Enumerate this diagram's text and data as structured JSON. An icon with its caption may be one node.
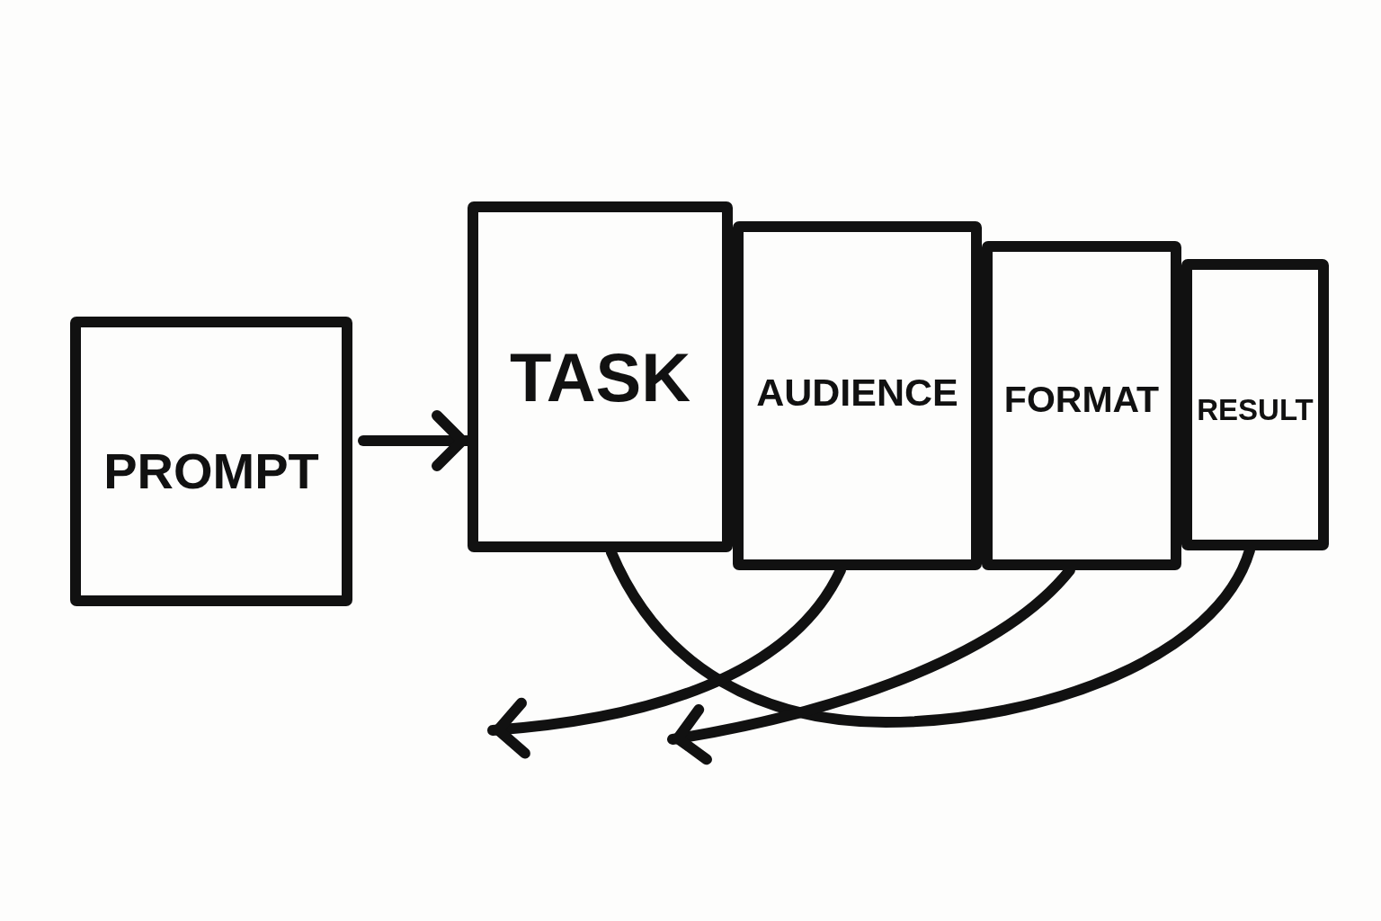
{
  "diagram": {
    "nodes": [
      {
        "text": [
          "PROMPT"
        ]
      },
      {
        "text": [
          "TASK"
        ]
      },
      {
        "text": [
          "AUDIENCE"
        ]
      },
      {
        "text": [
          "FORMAT"
        ]
      },
      {
        "text": [
          "RESULT"
        ]
      }
    ],
    "edges": [
      {
        "from": 0,
        "to": 1,
        "arrow": "to"
      },
      {
        "from": 1,
        "to": 4,
        "arrow": "none"
      },
      {
        "from": 2,
        "to": null,
        "arrow": "to"
      },
      {
        "from": 3,
        "to": null,
        "arrow": "to"
      }
    ]
  }
}
